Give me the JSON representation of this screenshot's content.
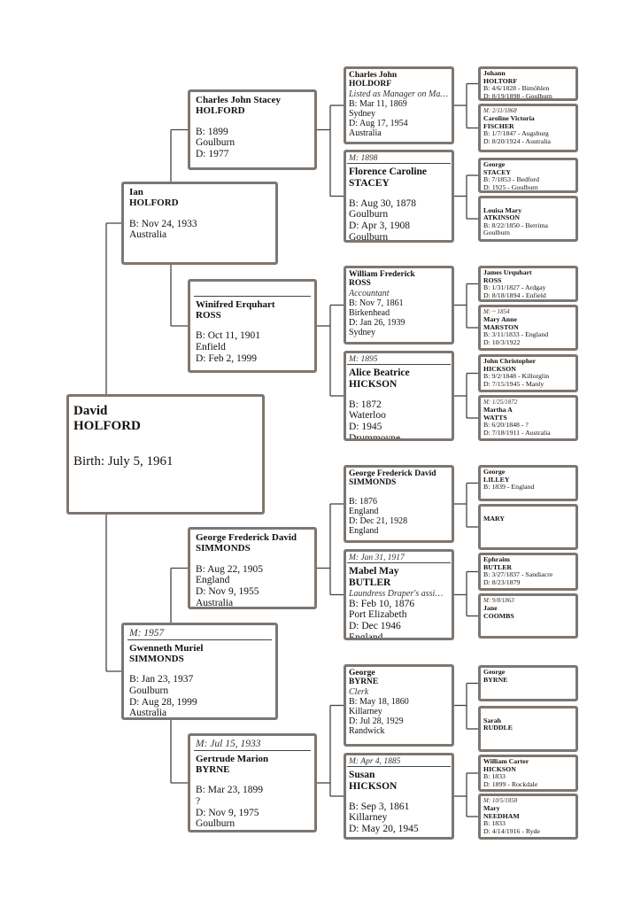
{
  "colors": {
    "box_border": "#7e7670",
    "connector": "#444444"
  },
  "people": {
    "root": {
      "given": "David",
      "surname": "HOLFORD",
      "lines": [
        "Birth: July 5, 1961"
      ]
    },
    "f": {
      "given": "Ian",
      "surname": "HOLFORD",
      "lines": [
        "B: Nov 24, 1933",
        "Australia"
      ]
    },
    "m": {
      "marriage": "M: 1957",
      "given": "Gwenneth Muriel",
      "surname": "SIMMONDS",
      "lines": [
        "B: Jan 23, 1937",
        "Goulburn",
        "D: Aug 28, 1999",
        "Australia"
      ]
    },
    "ff": {
      "given": "Charles John Stacey",
      "surname": "HOLFORD",
      "lines": [
        "B: 1899",
        "Goulburn",
        "D: 1977"
      ]
    },
    "fm": {
      "marriage": "",
      "given": "Winifred Erquhart",
      "surname": "ROSS",
      "lines": [
        "B: Oct 11, 1901",
        "Enfield",
        "D: Feb 2, 1999"
      ]
    },
    "mf": {
      "given": "George Frederick David",
      "surname": "SIMMONDS",
      "lines": [
        "B: Aug 22, 1905",
        "England",
        "D: Nov 9, 1955",
        "Australia"
      ]
    },
    "mm": {
      "marriage": "M: Jul 15, 1933",
      "given": "Gertrude Marion",
      "surname": "BYRNE",
      "lines": [
        "B: Mar 23, 1899",
        "?",
        "D: Nov 9, 1975",
        "Goulburn"
      ]
    },
    "fff": {
      "given": "Charles John",
      "surname": "HOLDORF",
      "note": "Listed as Manager on Ma…",
      "lines": [
        "B: Mar 11, 1869",
        "Sydney",
        "D: Aug 17, 1954",
        "Australia"
      ]
    },
    "ffm": {
      "marriage": "M: 1898",
      "given": "Florence Caroline",
      "surname": "STACEY",
      "lines": [
        "B: Aug 30, 1878",
        "Goulburn",
        "D: Apr 3, 1908",
        "Goulburn"
      ]
    },
    "fmf": {
      "given": "William Frederick",
      "surname": "ROSS",
      "note": "Accountant",
      "lines": [
        "B: Nov 7, 1861",
        "Birkenhead",
        "D: Jan 26, 1939",
        "Sydney"
      ]
    },
    "fmm": {
      "marriage": "M: 1895",
      "given": "Alice Beatrice",
      "surname": "HICKSON",
      "lines": [
        "B: 1872",
        "Waterloo",
        "D: 1945",
        "Drummoyne"
      ]
    },
    "mff": {
      "given": "George Frederick David",
      "surname": "SIMMONDS",
      "lines": [
        "B: 1876",
        "England",
        "D: Dec 21, 1928",
        "England"
      ]
    },
    "mfm": {
      "marriage": "M: Jan 31, 1917",
      "given": "Mabel May",
      "surname": "BUTLER",
      "note": "Laundress Draper's assi…",
      "lines": [
        "B: Feb 10, 1876",
        "Port Elizabeth",
        "D: Dec 1946",
        "England"
      ]
    },
    "mmf": {
      "given": "George",
      "surname": "BYRNE",
      "note": "Clerk",
      "lines": [
        "B: May 18, 1860",
        "Killarney",
        "D: Jul 28, 1929",
        "Randwick"
      ]
    },
    "mmm": {
      "marriage": "M: Apr 4, 1885",
      "given": "Susan",
      "surname": "HICKSON",
      "lines": [
        "B: Sep 3, 1861",
        "Killarney",
        "D: May 20, 1945"
      ]
    },
    "ffff": {
      "given": "Johann",
      "surname": "HOLTORF",
      "lines": [
        "B: 4/6/1828 - Bimöhlen",
        "D: 8/19/1898 - Goulburn"
      ]
    },
    "fffm": {
      "marriage": "M: 2/11/1868",
      "given": "Caroline Victoria",
      "surname": "FISCHER",
      "lines": [
        "B: 1/7/1847 - Augsburg",
        "D: 8/20/1924 - Australia"
      ]
    },
    "ffmf": {
      "given": "George",
      "surname": "STACEY",
      "lines": [
        "B: 7/1853 - Bedford",
        "D: 1925 - Goulburn"
      ]
    },
    "ffmm": {
      "marriage": "",
      "given": "Louisa Mary",
      "surname": "ATKINSON",
      "lines": [
        "B: 8/22/1850 - Berrima",
        "Goulburn"
      ]
    },
    "fmff": {
      "given": "James Urquhart",
      "surname": "ROSS",
      "lines": [
        "B: 1/31/1827 - Ardgay",
        "D: 8/18/1894 - Enfield"
      ]
    },
    "fmfm": {
      "marriage": "M: ~ 1854",
      "given": "Mary Anne",
      "surname": "MARSTON",
      "lines": [
        "B: 3/11/1833 - England",
        "D: 10/3/1922"
      ]
    },
    "fmmf": {
      "given": "John Christopher",
      "surname": "HICKSON",
      "lines": [
        "B: 9/2/1848 - Killorglin",
        "D: 7/15/1945 - Manly"
      ]
    },
    "fmmm": {
      "marriage": "M: 1/25/1872",
      "given": "Martha A",
      "surname": "WATTS",
      "lines": [
        "B: 6/20/1848 - ?",
        "D: 7/18/1911 - Australia"
      ]
    },
    "mfff": {
      "given": "George",
      "surname": "LILLEY",
      "lines": [
        "B: 1839 - England"
      ]
    },
    "mffm": {
      "marriage": "",
      "given": "",
      "surname": "MARY",
      "lines": []
    },
    "mfmf": {
      "given": "Ephraim",
      "surname": "BUTLER",
      "lines": [
        "B: 3/27/1837 - Sandiacre",
        "D: 8/23/1879"
      ]
    },
    "mfmm": {
      "marriage": "M: 9/8/1863",
      "given": "Jane",
      "surname": "COOMBS",
      "lines": []
    },
    "mmff": {
      "given": "George",
      "surname": "BYRNE",
      "lines": []
    },
    "mmfm": {
      "marriage": "",
      "given": "Sarah",
      "surname": "RUDDLE",
      "lines": []
    },
    "mmmf": {
      "given": "William Carter",
      "surname": "HICKSON",
      "lines": [
        "B: 1833",
        "D: 1899 - Rockdale"
      ]
    },
    "mmmm": {
      "marriage": "M: 10/5/1858",
      "given": "Mary",
      "surname": "NEEDHAM",
      "lines": [
        "B: 1833",
        "D: 4/14/1916 - Ryde"
      ]
    }
  }
}
